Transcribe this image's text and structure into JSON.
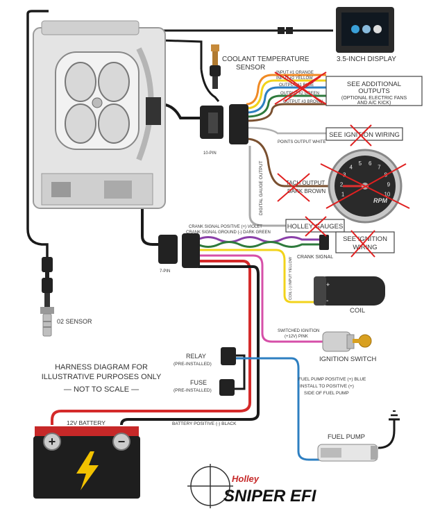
{
  "labels": {
    "coolant_line1": "COOLANT TEMPERATURE",
    "coolant_line2": "SENSOR",
    "display": "3.5-INCH DISPLAY",
    "add_out_1": "SEE ADDITIONAL",
    "add_out_2": "OUTPUTS",
    "add_out_3": "(OPTIONAL ELECTRIC FANS",
    "add_out_4": "AND A/C KICK)",
    "input1_orange": "INPUT #1 ORANGE",
    "input2_yellow": "INPUT #2 YELLOW",
    "output1_blue": "OUTPUT #1 BLUE",
    "output2_green": "OUTPUT #2 GREEN",
    "output3_brown": "OUTPUT #3 BROWN",
    "ign_wiring_top": "SEE IGNITION WIRING",
    "points_output": "POINTS OUTPUT WHITE",
    "tenpin": "10-PIN",
    "tach_output": "TACH OUTPUT",
    "dark_brown": "DARK BROWN",
    "digital_gauge": "DIGITAL GAUGE OUTPUT",
    "holley_gauges": "HOLLEY GAUGES",
    "crank_pos": "CRANK SIGNAL POSITIVE (+) VIOLET",
    "crank_gnd": "CRANK SIGNAL GROUND (-) DARK GREEN",
    "see_ign_1": "SEE IGNITION",
    "see_ign_2": "WIRING",
    "crank_signal": "CRANK SIGNAL",
    "sevenpin": "7-PIN",
    "coil_input": "COIL (-) INPUT YELLOW",
    "coil": "COIL",
    "o2": "02 SENSOR",
    "sw_ign_1": "SWITCHED IGNITION",
    "sw_ign_2": "(+12V) PINK",
    "ign_switch": "IGNITION SWITCH",
    "relay_1": "RELAY",
    "relay_2": "(PRE-INSTALLED)",
    "fuse_1": "FUSE",
    "fuse_2": "(PRE-INSTALLED)",
    "harness_1": "HARNESS DIAGRAM FOR",
    "harness_2": "ILLUSTRATIVE PURPOSES ONLY",
    "harness_3": "— NOT TO SCALE —",
    "fp_1": "FUEL PUMP POSITIVE (+) BLUE",
    "fp_2": "INSTALL TO POSITIVE (+)",
    "fp_3": "SIDE OF FUEL PUMP",
    "battery": "12V BATTERY",
    "batt_pos": "BATTERY POSITIVE (-) BLACK",
    "fuel_pump": "FUEL PUMP",
    "rpm": "RPM",
    "brand": "Holley",
    "logo": "SNIPER EFI"
  },
  "gauge_ticks": [
    "1",
    "2",
    "3",
    "4",
    "5",
    "6",
    "7",
    "8",
    "9",
    "10"
  ],
  "colors": {
    "red": "#d42a2a",
    "black": "#1a1a1a",
    "blue": "#2d7fc1",
    "yellow": "#f2d31b",
    "violet": "#8a3fa8",
    "green": "#2e7a3c",
    "pink": "#d64fa8",
    "brown": "#7a5030",
    "orange": "#f08a24",
    "x_red": "#e02020"
  }
}
